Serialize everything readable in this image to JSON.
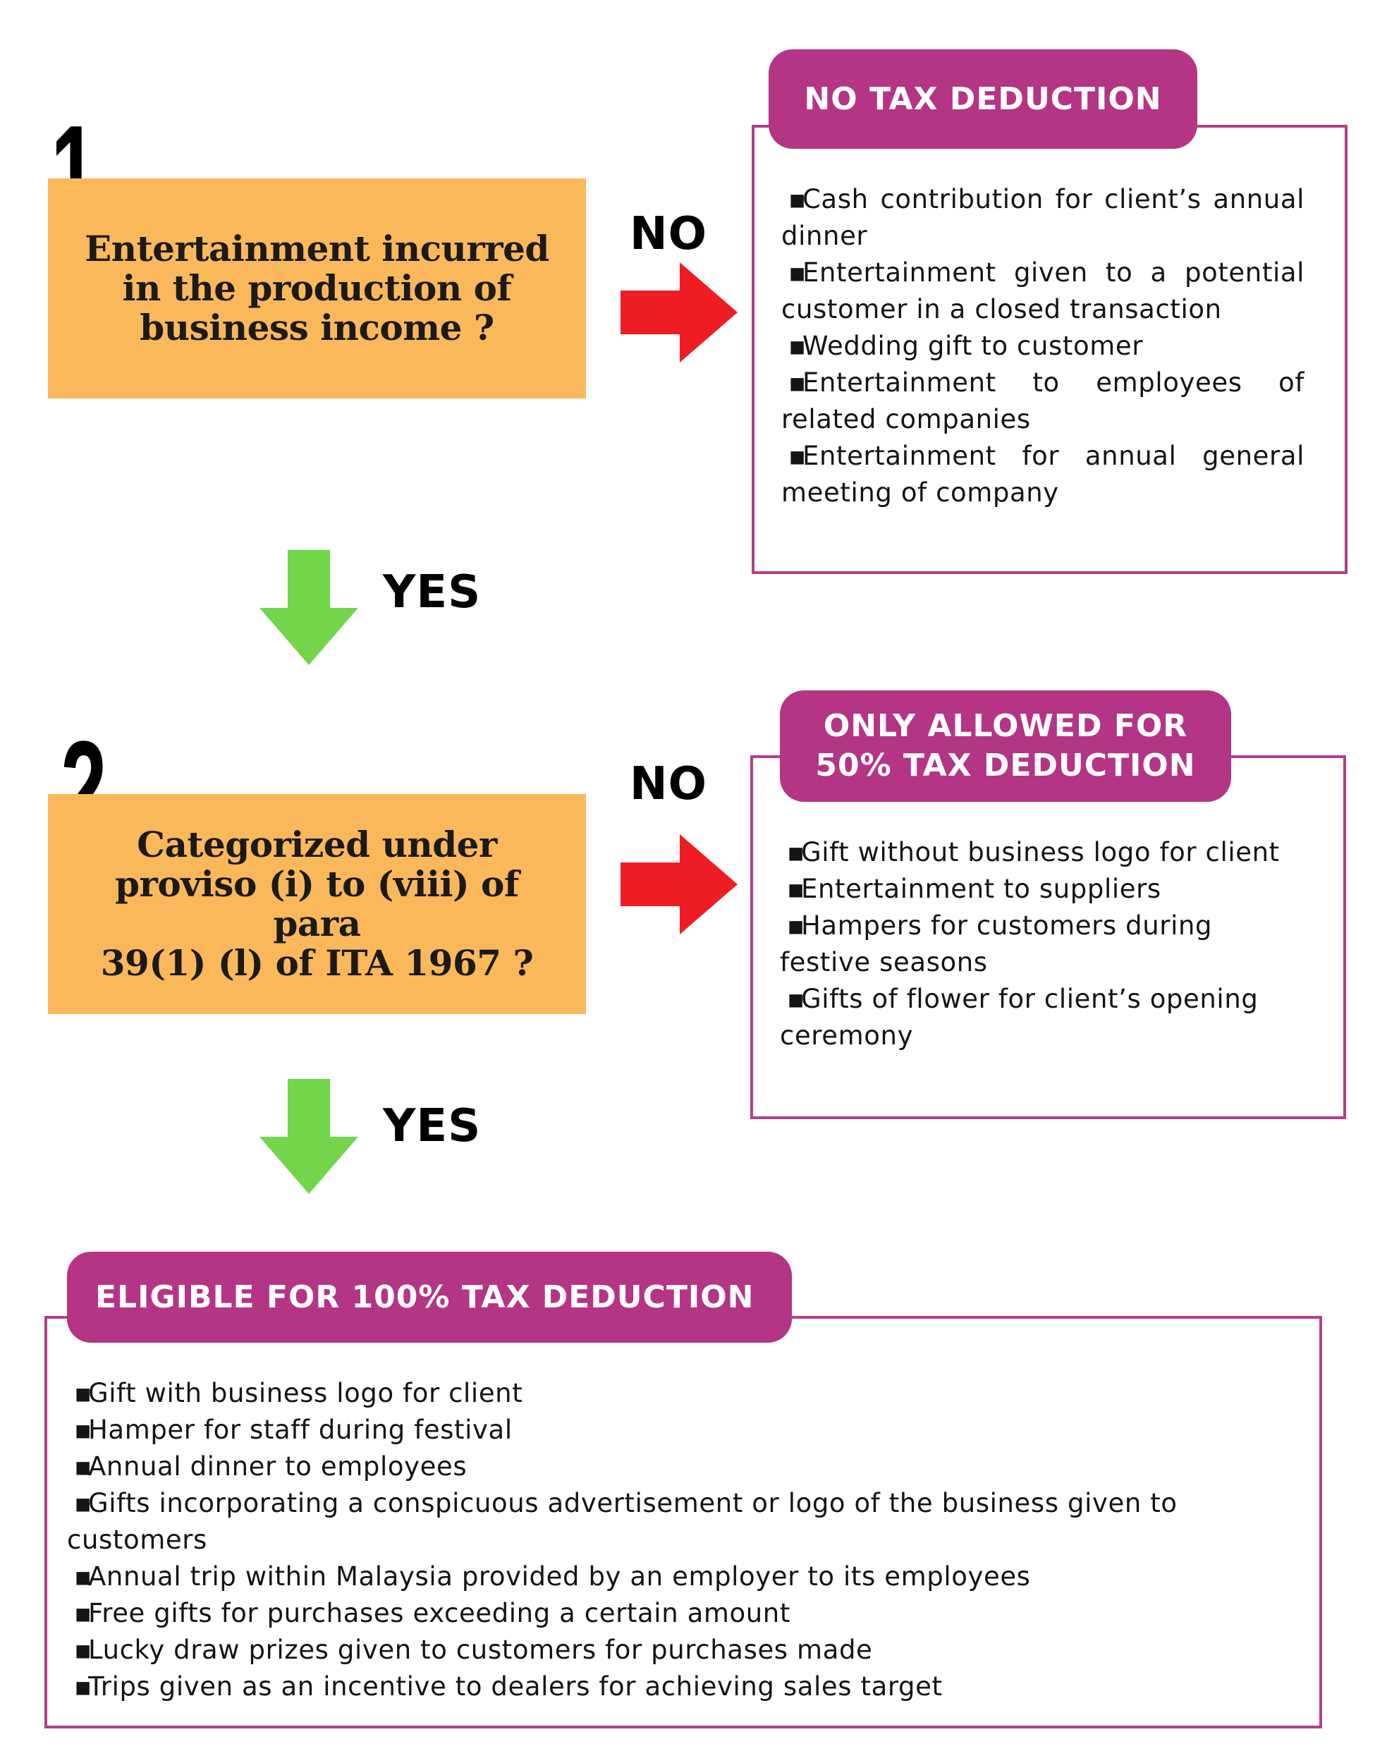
{
  "colors": {
    "question_fill": "#fbb85a",
    "outcome_accent": "#b43486",
    "no_arrow": "#ee1d24",
    "yes_arrow": "#72d54a"
  },
  "steps": [
    {
      "number": "1",
      "question": "Entertainment incurred\nin the production of\nbusiness income ?",
      "no_label": "NO",
      "yes_label": "YES",
      "no_outcome": {
        "title": "NO TAX DEDUCTION",
        "items": [
          "Cash contribution for client’s annual dinner",
          "Entertainment given to a potential customer in a closed transaction",
          "Wedding gift to customer",
          "Entertainment to employees of related companies",
          "Entertainment for annual general meeting of company"
        ]
      }
    },
    {
      "number": "2",
      "question": "Categorized under\nproviso (i) to (viii) of para\n39(1) (l) of ITA 1967 ?",
      "no_label": "NO",
      "yes_label": "YES",
      "no_outcome": {
        "title": "ONLY ALLOWED FOR\n50% TAX DEDUCTION",
        "items": [
          "Gift without business logo for client",
          "Entertainment to suppliers",
          "Hampers for customers during festive seasons",
          "Gifts of flower for client’s opening ceremony"
        ]
      }
    }
  ],
  "final_outcome": {
    "title": "ELIGIBLE FOR 100% TAX DEDUCTION",
    "items": [
      "Gift with business logo for client",
      "Hamper for staff during festival",
      "Annual dinner to employees",
      "Gifts incorporating a conspicuous advertisement or logo of the business given to customers",
      "Annual trip within Malaysia provided by an employer to its employees",
      "Free gifts for purchases exceeding a certain amount",
      "Lucky draw prizes given to customers for purchases made",
      "Trips given as an incentive to dealers for achieving sales target"
    ]
  }
}
